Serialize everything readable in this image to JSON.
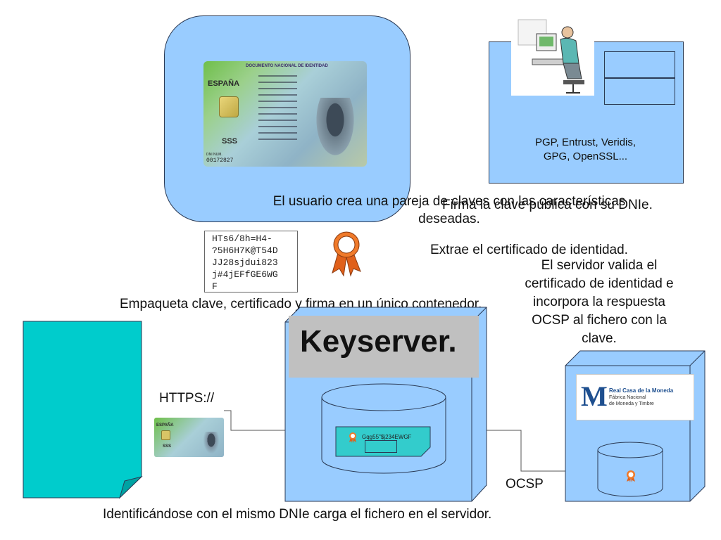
{
  "dni_card": {
    "header": "DOCUMENTO NACIONAL DE IDENTIDAD",
    "country": "ESPAÑA",
    "name": "SSS",
    "dni_label": "DNI NUM.",
    "dni_number": "00172827"
  },
  "software_box": {
    "label_line1": "PGP, Entrust, Veridis,",
    "label_line2": "GPG, OpenSSL..."
  },
  "captions": {
    "create_keys_line1": "El usuario crea una pareja de claves con las características",
    "create_keys_line2": "deseadas.",
    "sign_public_key": "Firma la clave pública con su DNIe.",
    "extract_certificate": "Extrae el certificado de identidad.",
    "server_validates_line1": "El servidor valida el",
    "server_validates_line2": "certificado de identidad e",
    "server_validates_line3": "incorpora la respuesta",
    "server_validates_line4": "OCSP al fichero con la",
    "server_validates_line5": "clave.",
    "package": "Empaqueta clave, certificado y firma en un único contenedor.",
    "upload": "Identificándose con el mismo DNIe carga el fichero en el servidor."
  },
  "key_text": {
    "line1": "HTs6/8h=H4-",
    "line2": "?5H6H7K@T54D",
    "line3": "JJ28sjdui823",
    "line4": "j#4jEFfGE6WG",
    "line5": "F"
  },
  "keyserver": {
    "title": "Keyserver.",
    "file_label": "Gqg55\"$j234EWGF"
  },
  "connections": {
    "https_label": "HTTPS://",
    "ocsp_label": "OCSP"
  },
  "fnmt": {
    "line1": "Real Casa de la Moneda",
    "line2": "Fábrica Nacional",
    "line3": "de Moneda y Timbre"
  },
  "colors": {
    "light_blue": "#99ccff",
    "cyan_document": "#00cccc",
    "keyserver_header": "#c0c0c0",
    "teal_file": "#33cccc",
    "seal_orange": "#e0601a"
  },
  "icons": {
    "seal": "award-ribbon-icon",
    "user": "user-at-computer-icon",
    "database": "database-cylinder-icon"
  }
}
